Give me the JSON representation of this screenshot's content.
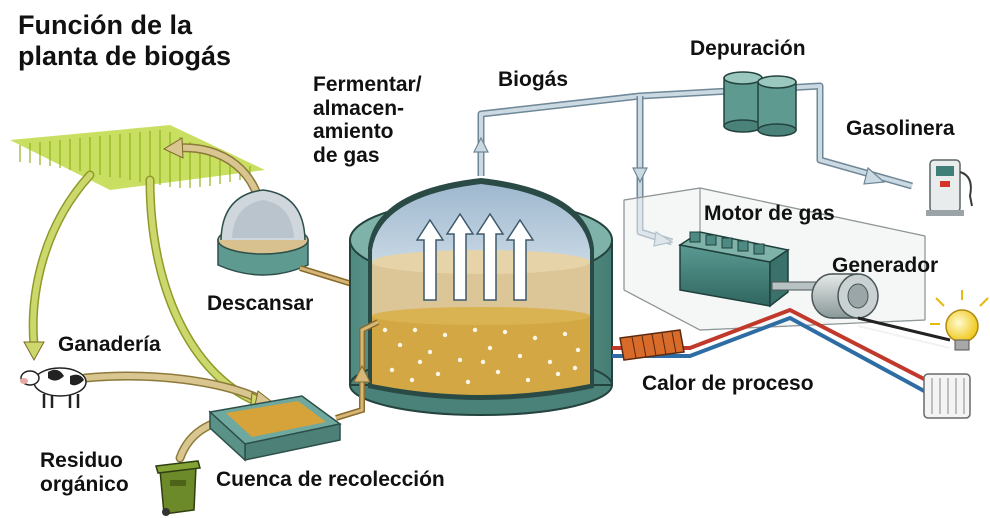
{
  "title": "Función de la\nplanta de biogás",
  "labels": {
    "fermentar": "Fermentar/\nalmacen-\namiento\nde gas",
    "biogas": "Biogás",
    "depuracion": "Depuración",
    "gasolinera": "Gasolinera",
    "motor_de_gas": "Motor de gas",
    "generador": "Generador",
    "descansar": "Descansar",
    "ganaderia": "Ganadería",
    "residuo_organico": "Residuo\norgánico",
    "cuenca": "Cuenca de recolección",
    "calor_de_proceso": "Calor de proceso"
  },
  "colors": {
    "gas_pipe": "#b7cad6",
    "biomass_arrow": "#c8d26a",
    "tank_body": "#5e9a8f",
    "tank_dome": "#a9c2d9",
    "substrate": "#d8c18e",
    "sludge": "#c9a23f",
    "hot_pipe": "#c0392b",
    "cold_pipe": "#2e6da4",
    "engine": "#3f7f78",
    "field": "#a6c832",
    "bulb": "#f5e15a"
  }
}
